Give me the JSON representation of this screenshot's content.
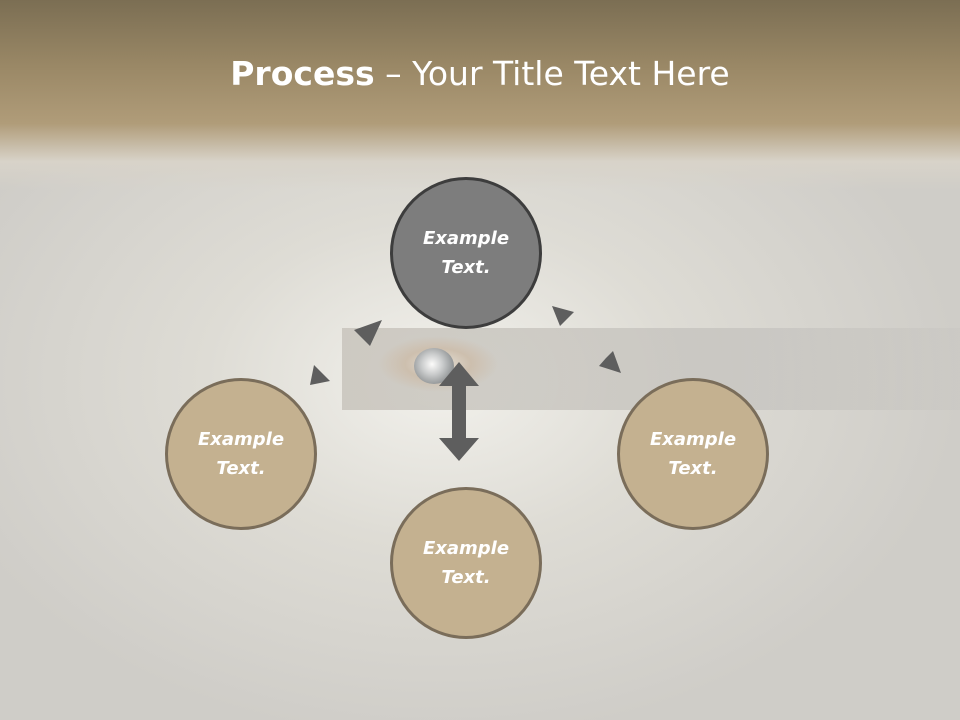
{
  "header": {
    "title_strong": "Process",
    "title_rest": " – Your Title Text Here"
  },
  "diagram": {
    "top": {
      "line1": "Example",
      "line2": "Text."
    },
    "left": {
      "line1": "Example",
      "line2": "Text."
    },
    "bottom": {
      "line1": "Example",
      "line2": "Text."
    },
    "right": {
      "line1": "Example",
      "line2": "Text."
    }
  },
  "colors": {
    "header_brown": "#9a8866",
    "circle_tan": "#c4b190",
    "circle_gray": "#7d7d7d",
    "arrow_gray": "#5e5e5e"
  }
}
